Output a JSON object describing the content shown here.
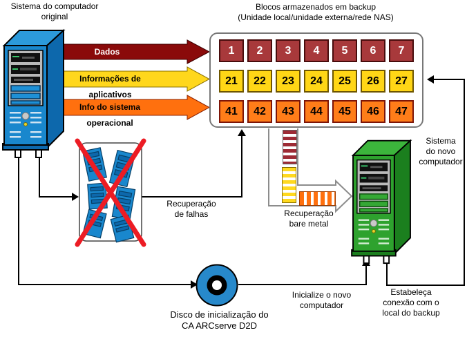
{
  "labels": {
    "original_system": {
      "lines": [
        "Sistema do computador",
        "original"
      ]
    },
    "backup_box_title": "Blocos armazenados em backup",
    "backup_box_subtitle": "(Unidade local/unidade externa/rede NAS)",
    "failure_recovery": {
      "lines": [
        "Recuperação",
        "de falhas"
      ]
    },
    "bare_metal": {
      "lines": [
        "Recuperação",
        "bare metal"
      ]
    },
    "boot_disc": {
      "lines": [
        "Disco de inicialização do",
        "CA ARCserve D2D"
      ]
    },
    "initialize": {
      "lines": [
        "Inicialize o novo",
        "computador"
      ]
    },
    "connect": {
      "lines": [
        "Estabeleça",
        "conexão com o",
        "local do backup"
      ]
    },
    "new_system": {
      "lines": [
        "Sistema",
        "do novo",
        "computador"
      ]
    }
  },
  "flow_arrows": [
    {
      "label": "Dados",
      "color": "#8A0A0A",
      "text_color": "#FFFFFF"
    },
    {
      "label": "Informações de aplicativos",
      "color": "#FFD71C",
      "text_color": "#000000"
    },
    {
      "label": "Info do sistema operacional",
      "color": "#FF700E",
      "text_color": "#000000"
    }
  ],
  "backup_box": {
    "rows": [
      {
        "name": "data-blocks",
        "color": "#A8393B",
        "blocks": [
          "1",
          "2",
          "3",
          "4",
          "5",
          "6",
          "7"
        ]
      },
      {
        "name": "application-blocks",
        "color": "#FFD616",
        "blocks": [
          "21",
          "22",
          "23",
          "24",
          "25",
          "26",
          "27"
        ]
      },
      {
        "name": "os-blocks",
        "color": "#FF7D19",
        "blocks": [
          "41",
          "42",
          "43",
          "44",
          "45",
          "46",
          "47"
        ]
      }
    ]
  },
  "icons": {
    "original_server": "blue-tower-server-icon",
    "crashed_server": "crashed-server-red-x-icon",
    "new_server": "green-tower-server-icon",
    "boot_disc": "blue-cd-disc-icon"
  },
  "colors": {
    "data_arrow": "#8A0A0A",
    "app_arrow": "#FFD71C",
    "os_arrow": "#FF700E",
    "red_x": "#EC1C24",
    "blue_server": "#1987CD",
    "green_server": "#2EA22E",
    "disc_blue": "#2789CB",
    "stripe_data": "#9E2B35",
    "stripe_app": "#FFD91F",
    "stripe_os": "#FF700E"
  }
}
